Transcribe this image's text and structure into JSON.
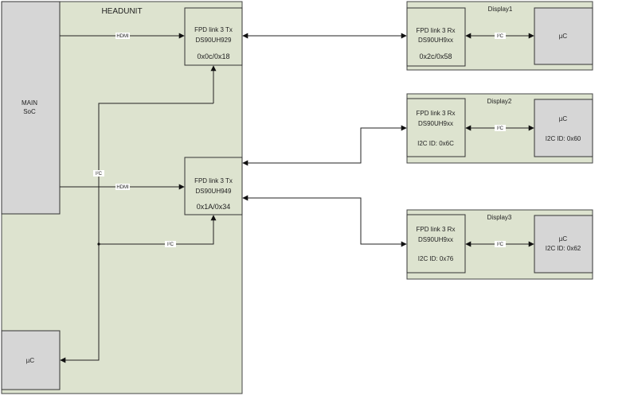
{
  "headunit": {
    "title": "HEADUNIT",
    "soc_label_1": "MAIN",
    "soc_label_2": "SoC",
    "uc_label": "µC",
    "tx1": {
      "line1": "FPD link 3 Tx",
      "line2": "DS90UH929",
      "addr": "0x0c/0x18"
    },
    "tx2": {
      "line1": "FPD link 3 Tx",
      "line2": "DS90UH949",
      "addr": "0x1A/0x34"
    }
  },
  "links": {
    "hdmi": "HDMI",
    "i2c_symbol": "I²C"
  },
  "displays": [
    {
      "title": "Display1",
      "rx_line1": "FPD link 3 Rx",
      "rx_line2": "DS90UH9xx",
      "rx_addr": "0x2c/0x58",
      "uc_label": "µC",
      "uc_id": ""
    },
    {
      "title": "Display2",
      "rx_line1": "FPD link 3 Rx",
      "rx_line2": "DS90UH9xx",
      "rx_addr": "I2C ID: 0x6C",
      "uc_label": "µC",
      "uc_id": "I2C ID: 0x60"
    },
    {
      "title": "Display3",
      "rx_line1": "FPD link 3 Rx",
      "rx_line2": "DS90UH9xx",
      "rx_addr": "I2C ID: 0x76",
      "uc_label": "µC",
      "uc_id": "I2C ID: 0x62"
    }
  ]
}
